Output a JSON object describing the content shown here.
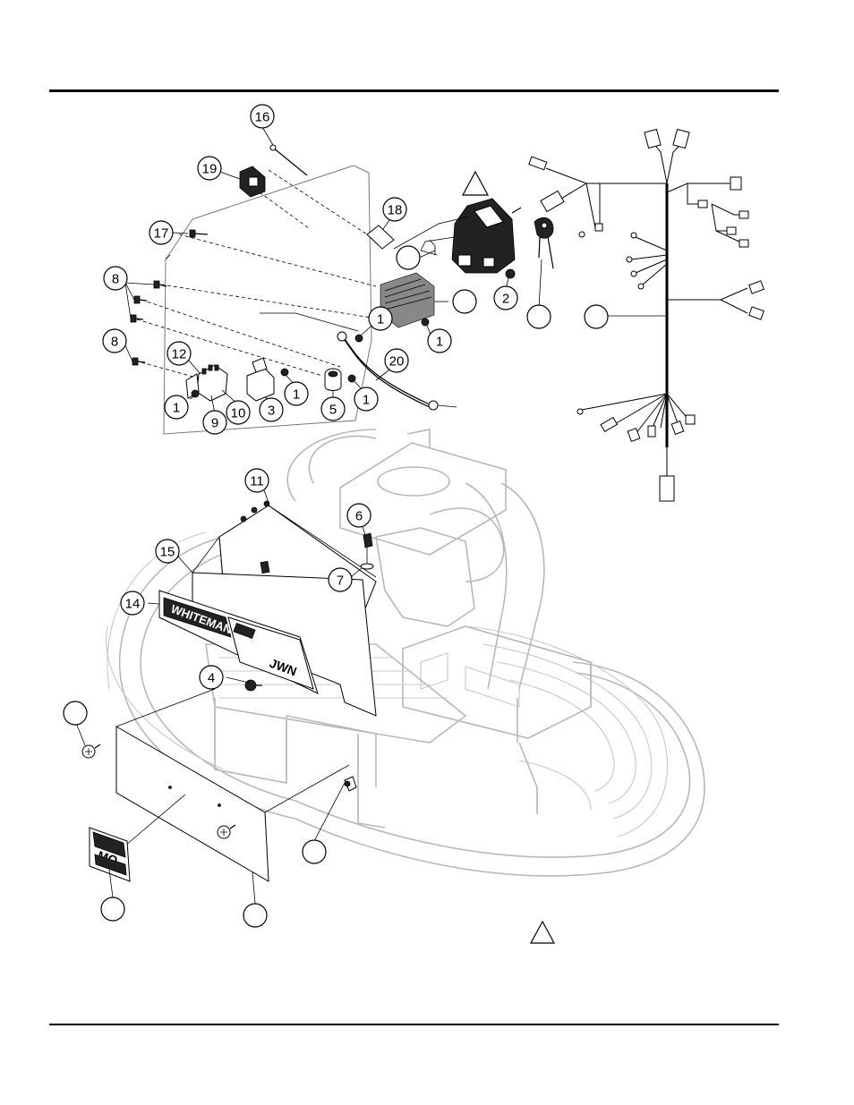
{
  "brand": {
    "panel_text": "WHITEMAN",
    "panel_text2": "JWN",
    "logo_text": "MQ"
  },
  "callouts": [
    {
      "id": "c16",
      "label": "16"
    },
    {
      "id": "c19",
      "label": "19"
    },
    {
      "id": "c18",
      "label": "18"
    },
    {
      "id": "c17",
      "label": "17"
    },
    {
      "id": "c8a",
      "label": "8"
    },
    {
      "id": "c8b",
      "label": "8"
    },
    {
      "id": "c12",
      "label": "12"
    },
    {
      "id": "c1a",
      "label": "1"
    },
    {
      "id": "c1b",
      "label": "1"
    },
    {
      "id": "c1c",
      "label": "1"
    },
    {
      "id": "c1d",
      "label": "1"
    },
    {
      "id": "c1e",
      "label": "1"
    },
    {
      "id": "c2",
      "label": "2"
    },
    {
      "id": "c3",
      "label": "3"
    },
    {
      "id": "c5",
      "label": "5"
    },
    {
      "id": "c9",
      "label": "9"
    },
    {
      "id": "c10",
      "label": "10"
    },
    {
      "id": "c20",
      "label": "20"
    },
    {
      "id": "c11",
      "label": "11"
    },
    {
      "id": "c6",
      "label": "6"
    },
    {
      "id": "c7",
      "label": "7"
    },
    {
      "id": "c15",
      "label": "15"
    },
    {
      "id": "c14",
      "label": "14"
    },
    {
      "id": "c4",
      "label": "4"
    },
    {
      "id": "b1",
      "label": ""
    },
    {
      "id": "b2",
      "label": ""
    },
    {
      "id": "b3",
      "label": ""
    },
    {
      "id": "b4",
      "label": ""
    },
    {
      "id": "b5",
      "label": ""
    },
    {
      "id": "b6",
      "label": ""
    },
    {
      "id": "b7",
      "label": ""
    },
    {
      "id": "b8",
      "label": ""
    },
    {
      "id": "b9",
      "label": ""
    }
  ]
}
